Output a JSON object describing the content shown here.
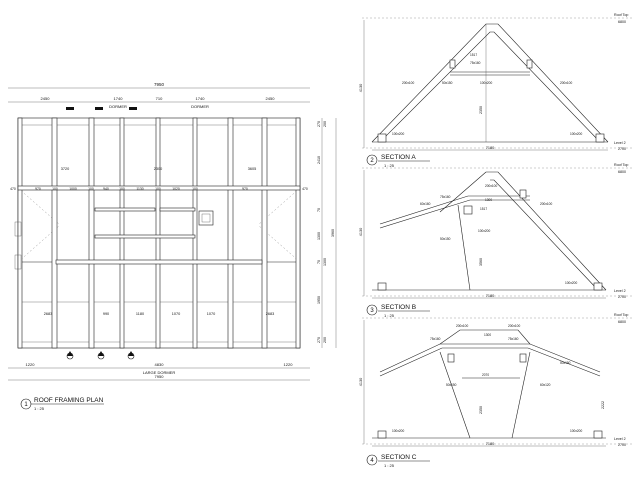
{
  "plan": {
    "number": "1",
    "title": "ROOF FRAMING PLAN",
    "scale": "1 : 25",
    "overall_width": "7950",
    "top_dims": [
      "2450",
      "1740",
      "710",
      "1740",
      "2450"
    ],
    "dormer_labels": [
      "DORMER",
      "DORMER"
    ],
    "row1_dims": [
      "3720",
      "2300",
      "3605"
    ],
    "row2_dims": [
      "470",
      "970",
      "100",
      "1000",
      "100",
      "940",
      "100",
      "1130",
      "100",
      "1020",
      "100",
      "970",
      "470"
    ],
    "row3_dims": [
      "2683",
      "990",
      "1180",
      "1070",
      "1070",
      "2683"
    ],
    "right_dims": [
      "270",
      "200",
      "2410",
      "70",
      "1300",
      "70",
      "1300",
      "3960",
      "1950",
      "270",
      "200"
    ],
    "bottom_dims": [
      "1220",
      "4830",
      "1220"
    ],
    "bottom_label": "LARGE DORMER",
    "bottom_total": "7950"
  },
  "section_a": {
    "number": "2",
    "title": "SECTION A",
    "scale": "1 : 25",
    "roof_top_label": "Roof Top",
    "roof_top_level": "6800",
    "level_label": "Level 2",
    "level_value": "2700",
    "width_dim": "7180",
    "height_dim": "4130",
    "mid_height": "2350",
    "members": [
      "75x160",
      "100x200",
      "200x100",
      "200x100",
      "50x150",
      "100x200",
      "100x200",
      "1517"
    ]
  },
  "section_b": {
    "number": "3",
    "title": "SECTION B",
    "scale": "1 : 25",
    "roof_top_label": "Roof Top",
    "roof_top_level": "6800",
    "level_label": "Level 2",
    "level_value": "2700",
    "width_dim": "7180",
    "height_dim": "4130",
    "mid_height": "3560",
    "members": [
      "200x100",
      "200x100",
      "60x160",
      "75x160",
      "1300",
      "1517",
      "50x150",
      "100x200",
      "100x200"
    ]
  },
  "section_c": {
    "number": "4",
    "title": "SECTION C",
    "scale": "1 : 25",
    "roof_top_label": "Roof Top",
    "roof_top_level": "6800",
    "level_label": "Level 2",
    "level_value": "2700",
    "width_dim": "7180",
    "height_dim": "4130",
    "mid_height": "2350",
    "right_height": "2222",
    "members": [
      "200x100",
      "200x100",
      "75x160",
      "1300",
      "75x160",
      "2070",
      "50x150",
      "60x120",
      "50x150",
      "100x200",
      "100x200"
    ]
  }
}
